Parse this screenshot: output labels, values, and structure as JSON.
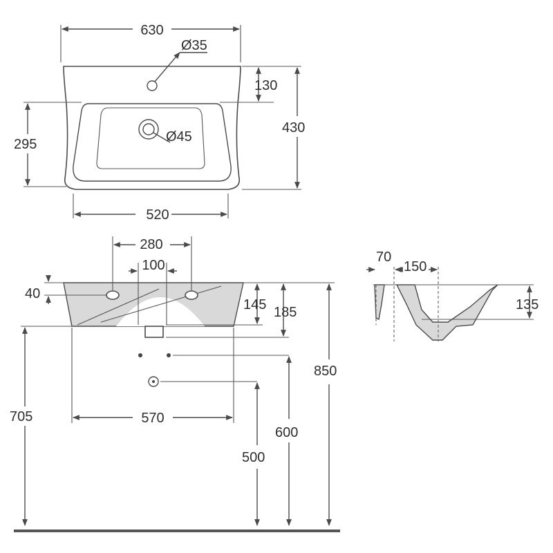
{
  "top_view": {
    "width_total": "630",
    "tap_hole": "Ø35",
    "depth_to_hole": "130",
    "depth_total": "430",
    "bowl_depth": "295",
    "drain": "Ø45",
    "width_base": "520"
  },
  "front_view": {
    "mount_spacing": "280",
    "tap_spacing": "100",
    "hole_height": "40",
    "bowl_height": "145",
    "rim_height": "185",
    "total_height": "850",
    "floor_to_base": "705",
    "bottom_width": "570",
    "supply_height": "600",
    "waste_height": "500"
  },
  "side_view": {
    "wall_offset": "70",
    "drain_offset": "150",
    "depth": "135"
  }
}
